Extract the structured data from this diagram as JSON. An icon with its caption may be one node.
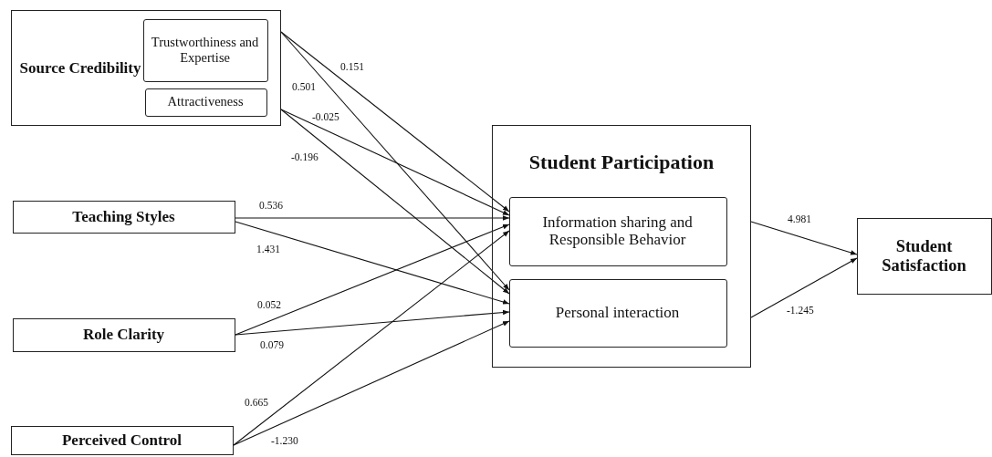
{
  "diagram": {
    "nodes": [
      {
        "text": [
          "Source Credibility"
        ]
      },
      {
        "text": [
          "Trustworthiness and Expertise"
        ],
        "in": 0
      },
      {
        "text": [
          "Attractiveness"
        ],
        "in": 0
      },
      {
        "text": [
          "Teaching Styles"
        ]
      },
      {
        "text": [
          "Role Clarity"
        ]
      },
      {
        "text": [
          "Perceived Control"
        ]
      },
      {
        "text": [
          "Student Participation"
        ]
      },
      {
        "text": [
          "Information sharing and Responsible Behavior"
        ],
        "in": 6
      },
      {
        "text": [
          "Personal interaction"
        ],
        "in": 6
      },
      {
        "text": [
          "Student Satisfaction"
        ]
      }
    ],
    "edges": [
      {
        "from": 1,
        "to": 7,
        "arrow": "to",
        "label": "0.151"
      },
      {
        "from": 1,
        "to": 8,
        "arrow": "to",
        "label": "0.501"
      },
      {
        "from": 2,
        "to": 7,
        "arrow": "to",
        "label": "-0.025"
      },
      {
        "from": 2,
        "to": 8,
        "arrow": "to",
        "label": "-0.196"
      },
      {
        "from": 3,
        "to": 7,
        "arrow": "to",
        "label": "0.536"
      },
      {
        "from": 3,
        "to": 8,
        "arrow": "to",
        "label": "1.431"
      },
      {
        "from": 4,
        "to": 7,
        "arrow": "to",
        "label": "0.052"
      },
      {
        "from": 4,
        "to": 8,
        "arrow": "to",
        "label": "0.079"
      },
      {
        "from": 5,
        "to": 7,
        "arrow": "to",
        "label": "0.665"
      },
      {
        "from": 5,
        "to": 8,
        "arrow": "to",
        "label": "-1.230"
      },
      {
        "from": 7,
        "to": 9,
        "arrow": "to",
        "label": "4.981"
      },
      {
        "from": 8,
        "to": 9,
        "arrow": "to",
        "label": "-1.245"
      }
    ]
  }
}
